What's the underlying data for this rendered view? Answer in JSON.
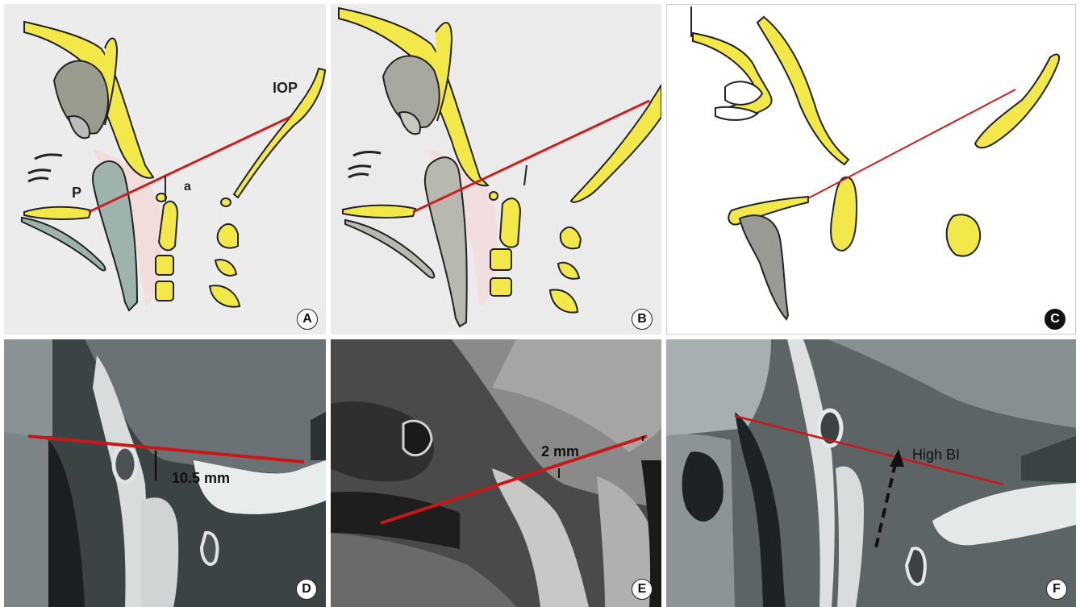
{
  "figure": {
    "panels": [
      {
        "id": "A",
        "letter": "A",
        "kind": "drawing",
        "labels": {
          "iop": "IOP",
          "p": "P",
          "a": "a"
        }
      },
      {
        "id": "B",
        "letter": "B",
        "kind": "drawing"
      },
      {
        "id": "C",
        "letter": "C",
        "kind": "drawing"
      },
      {
        "id": "D",
        "letter": "D",
        "kind": "ct",
        "measurement": "10.5 mm"
      },
      {
        "id": "E",
        "letter": "E",
        "kind": "mri",
        "measurement": "2 mm"
      },
      {
        "id": "F",
        "letter": "F",
        "kind": "ct",
        "annotation": "High BI"
      }
    ]
  },
  "colors": {
    "bone_fill": "#f2e84a",
    "line_red": "#cc1f1f",
    "panel_bg_drawing": "#ebebeb",
    "panel_bg_c": "#ffffff",
    "ct_dark": "#1a1f22"
  }
}
